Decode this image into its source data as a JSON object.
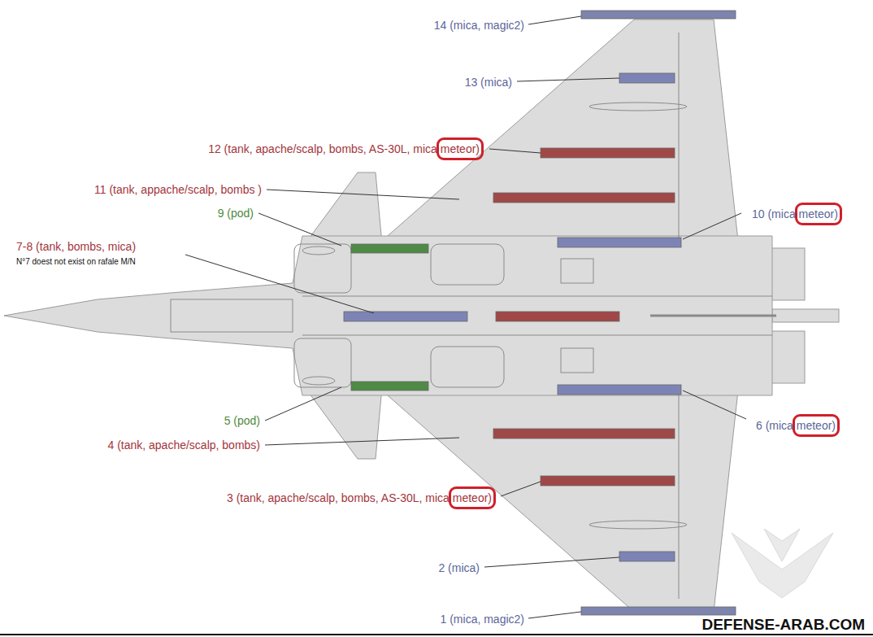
{
  "diagram": {
    "labels": [
      "14 (mica, magic2)",
      "13 (mica)",
      "12 (tank, apache/scalp, bombs, AS-30L, mica meteor)",
      "11 (tank, appache/scalp, bombs )",
      "9 (pod)",
      "10 (mica meteor)",
      "7-8 (tank, bombs, mica)",
      "N°7 doest not exist on rafale M/N",
      "5 (pod)",
      "6 (mica meteor)",
      "4 (tank, apache/scalp, bombs)",
      "3 (tank, apache/scalp, bombs, AS-30L, mica meteor)",
      "2 (mica)",
      "1 (mica, magic2)",
      "DEFENSE-ARAB.COM"
    ]
  }
}
